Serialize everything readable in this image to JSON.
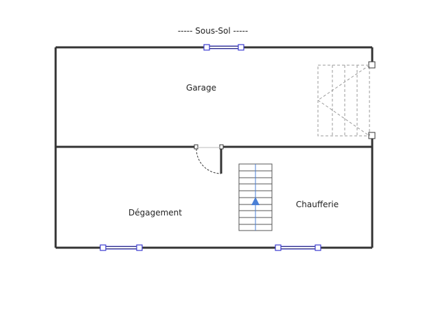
{
  "plan": {
    "title": "-----  Sous-Sol  -----",
    "rooms": [
      {
        "id": "garage",
        "name": "Garage"
      },
      {
        "id": "degagement",
        "name": "Dégagement"
      },
      {
        "id": "chaufferie",
        "name": "Chaufferie"
      }
    ]
  },
  "colors": {
    "wall": "#333333",
    "window": "#3a3ad0",
    "stairs": "#555555",
    "stairs_arrow": "#4a7fd6",
    "dashed": "#9a9a9a"
  }
}
